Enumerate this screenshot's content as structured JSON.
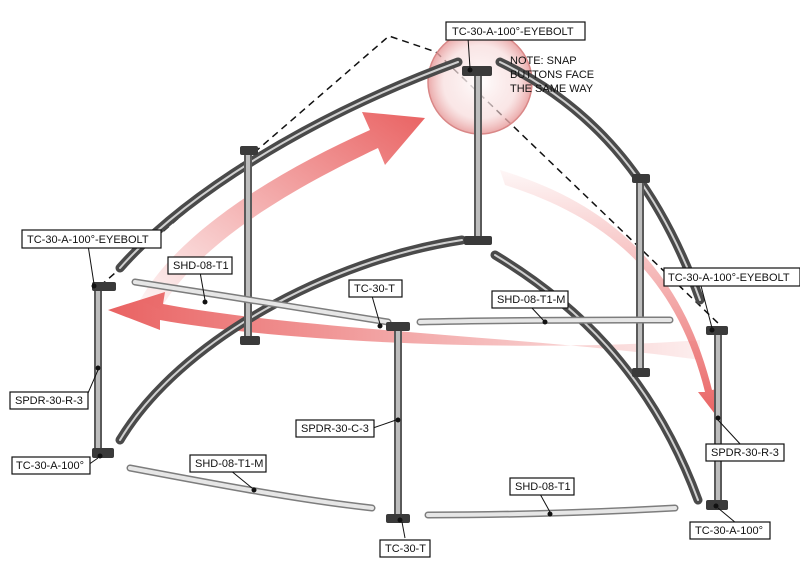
{
  "note": {
    "lines": [
      "NOTE: SNAP",
      "BUTTONS FACE",
      "THE SAME WAY"
    ]
  },
  "labels": {
    "top_eyebolt": "TC-30-A-100°-EYEBOLT",
    "left_eyebolt": "TC-30-A-100°-EYEBOLT",
    "right_eyebolt": "TC-30-A-100°-EYEBOLT",
    "shd_t1_upper_left": "SHD-08-T1",
    "tc30t_upper": "TC-30-T",
    "shd_t1m_upper_right": "SHD-08-T1-M",
    "spdr_r3_left": "SPDR-30-R-3",
    "spdr_c3": "SPDR-30-C-3",
    "tc30a_left": "TC-30-A-100°",
    "shd_t1m_lower_left": "SHD-08-T1-M",
    "shd_t1_lower_right": "SHD-08-T1",
    "spdr_r3_right": "SPDR-30-R-3",
    "tc30a_right": "TC-30-A-100°",
    "tc30t_lower": "TC-30-T"
  },
  "colors": {
    "arrow": "#e85a5a",
    "tube": "#4a4a4a",
    "rail": "#e6e6e6"
  }
}
